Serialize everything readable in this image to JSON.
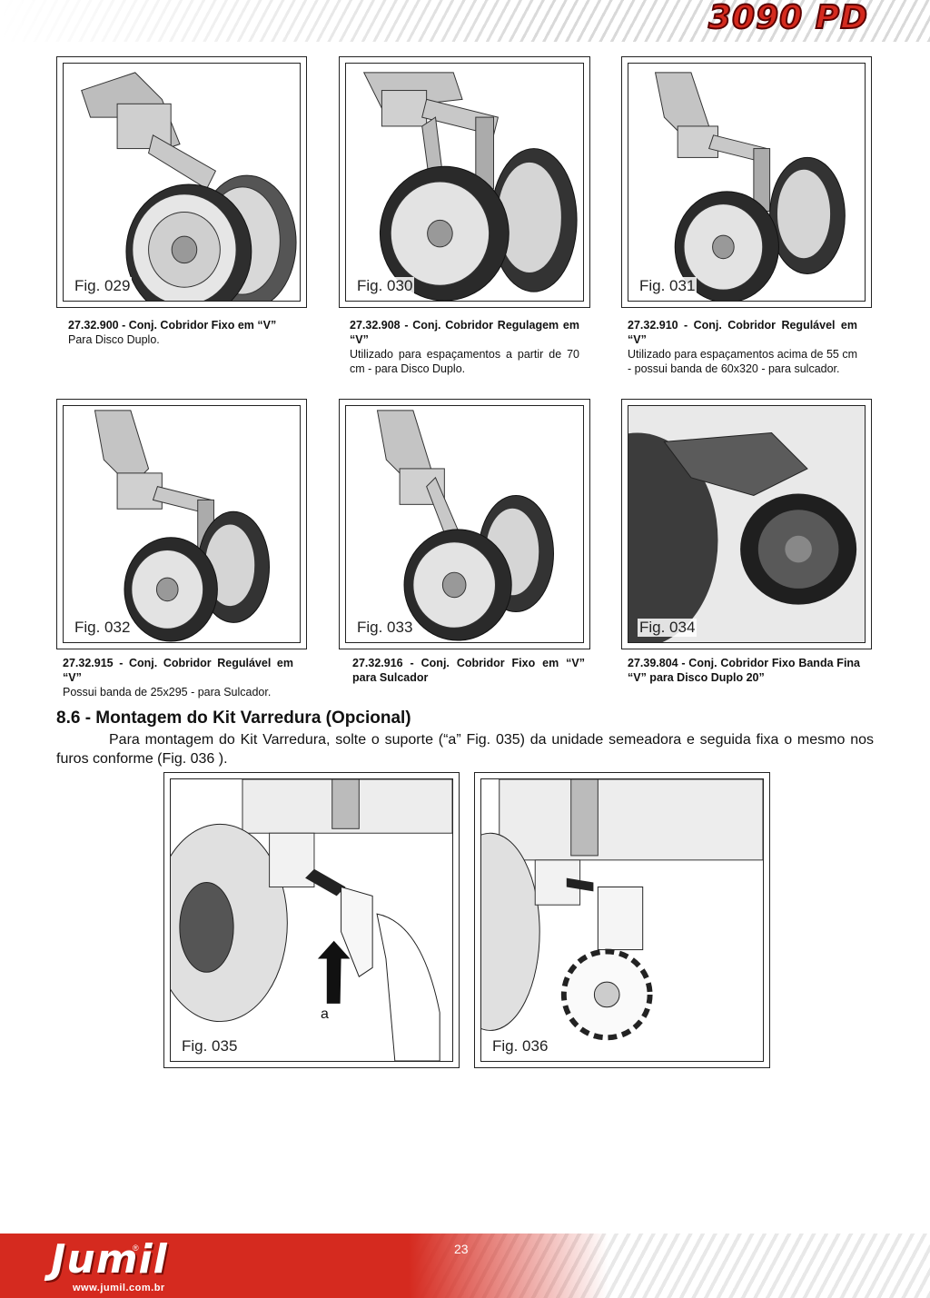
{
  "header": {
    "title": "3090 PD"
  },
  "figures": [
    {
      "label": "Fig. 029",
      "code": "27.32.900 - Conj. Cobridor Fixo em “V”",
      "desc": "Para Disco Duplo."
    },
    {
      "label": "Fig. 030",
      "code": "27.32.908 - Conj. Cobridor Regulagem em “V”",
      "desc": "Utilizado para espaçamentos a partir de 70 cm - para Disco Duplo."
    },
    {
      "label": "Fig. 031",
      "code": "27.32.910 - Conj. Cobridor Regulável em “V”",
      "desc": "Utilizado para espaçamentos acima de 55 cm - possui banda de 60x320 - para sulcador."
    },
    {
      "label": "Fig. 032",
      "code": "27.32.915 - Conj. Cobridor Regulável em “V”",
      "desc": "Possui banda de 25x295 - para Sulcador."
    },
    {
      "label": "Fig. 033",
      "code": "27.32.916 - Conj. Cobridor Fixo em “V” para Sulcador",
      "desc": ""
    },
    {
      "label": "Fig. 034",
      "code": "27.39.804 - Conj. Cobridor Fixo Banda Fina “V” para Disco Duplo 20”",
      "desc": ""
    }
  ],
  "section": {
    "title": "8.6 - Montagem do Kit Varredura (Opcional)",
    "body": "Para montagem do Kit Varredura, solte o suporte (“a” Fig. 035) da unidade semeadora e seguida fixa o mesmo nos furos conforme (Fig. 036 )."
  },
  "assembly_figures": [
    {
      "label": "Fig. 035",
      "callout": "a"
    },
    {
      "label": "Fig. 036"
    }
  ],
  "footer": {
    "logo": "Jumil",
    "registered": "®",
    "url": "www.jumil.com.br",
    "page_number": "23"
  },
  "colors": {
    "brand_red": "#d52a1f",
    "title_red": "#d42a1e"
  }
}
